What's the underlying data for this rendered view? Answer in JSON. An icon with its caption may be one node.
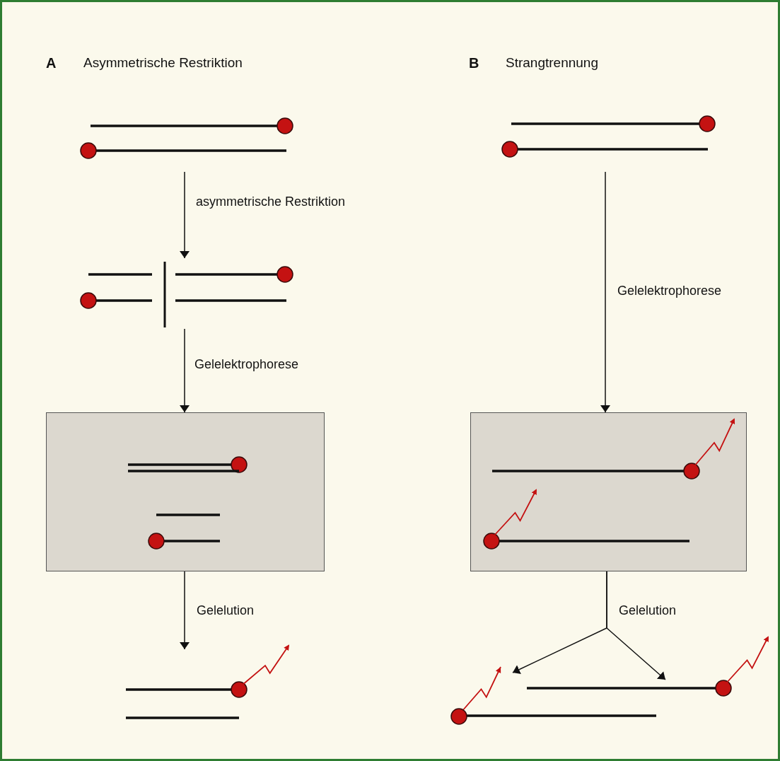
{
  "diagram": {
    "nodes": [
      {
        "text": [],
        "shape": "picture"
      },
      {
        "text": [],
        "shape": "picture"
      },
      {
        "text": [],
        "shape": "box"
      },
      {
        "text": [],
        "shape": "picture"
      },
      {
        "text": [],
        "shape": "picture"
      },
      {
        "text": [],
        "shape": "box"
      },
      {
        "text": [],
        "shape": "picture"
      },
      {
        "text": [],
        "shape": "picture"
      }
    ],
    "edges": [
      {
        "from": 0,
        "to": 1,
        "arrow": "to",
        "label": "asymmetrische Restriktion"
      },
      {
        "from": 1,
        "to": 2,
        "arrow": "to",
        "label": "Gelelektrophorese"
      },
      {
        "from": 2,
        "to": 3,
        "arrow": "to",
        "label": "Gelelution"
      },
      {
        "from": 4,
        "to": 5,
        "arrow": "to",
        "label": "Gelelektrophorese"
      },
      {
        "from": 5,
        "to": 6,
        "arrow": "to",
        "label": "Gelelution"
      },
      {
        "from": 5,
        "to": 7,
        "arrow": "to"
      }
    ],
    "labels": [
      "A",
      "Asymmetrische Restriktion",
      "B",
      "Strangtrennung"
    ]
  }
}
